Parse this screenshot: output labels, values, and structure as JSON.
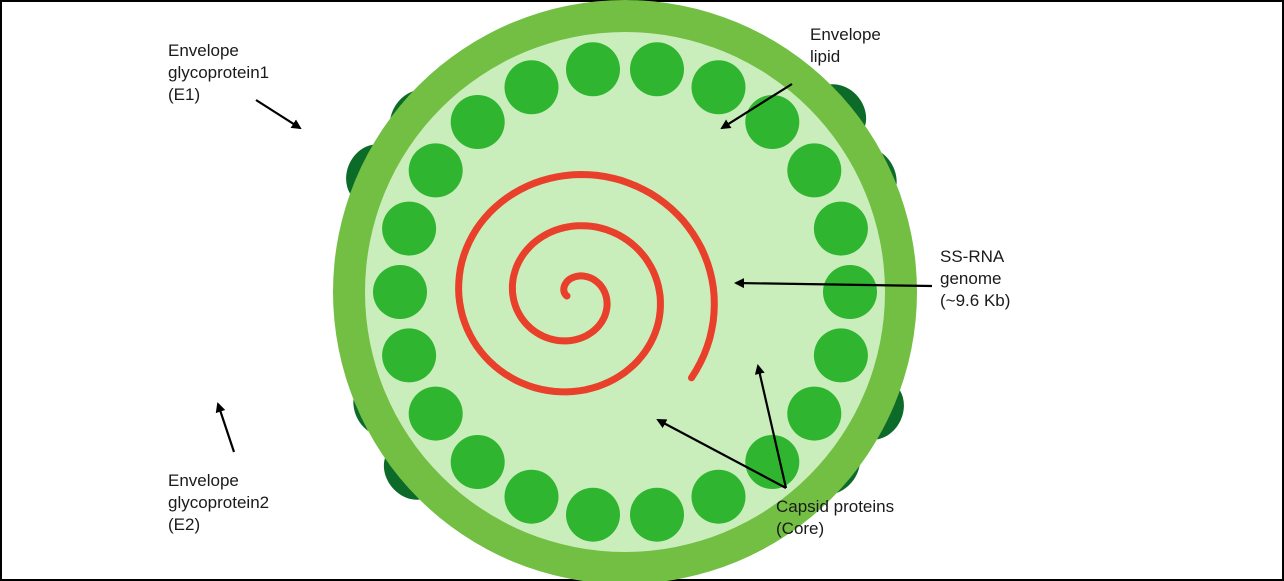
{
  "colors": {
    "border": "#000000",
    "envelope": "#72bf44",
    "inner": "#c9eebb",
    "capsid": "#2fb52f",
    "spike": "#0d6b2a",
    "rna": "#e8402a",
    "arrow": "#000000",
    "text": "#1a1a1a"
  },
  "labels": {
    "e1": {
      "line1": "Envelope",
      "line2": "glycoprotein1",
      "line3": "(E1)"
    },
    "lipid": {
      "line1": "Envelope",
      "line2": "lipid"
    },
    "rna": {
      "line1": "SS-RNA",
      "line2": "genome",
      "line3": "(~9.6 Kb)"
    },
    "e2": {
      "line1": "Envelope",
      "line2": "glycoprotein2",
      "line3": "(E2)"
    },
    "capsid": {
      "line1": "Capsid proteins",
      "line2": "(Core)"
    }
  }
}
